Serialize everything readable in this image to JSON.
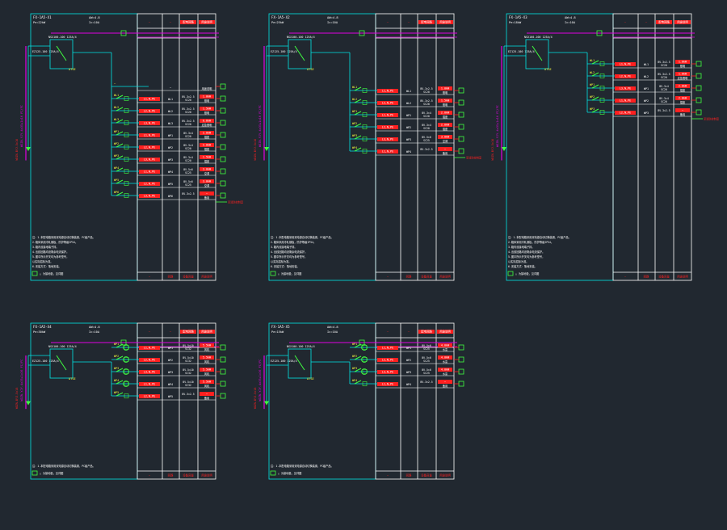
{
  "colors": {
    "background": "#212830",
    "frame": "#ffffff",
    "circuit": "#00e5e5",
    "bus": "#e000e0",
    "component": "#40ff40",
    "label_yellow": "#ffff40",
    "label_red": "#ff2020",
    "text_white": "#ffffff"
  },
  "legend_marker": "△",
  "sheets": [
    {
      "id": "p1",
      "title": "FX-1A5-X1",
      "subtitle": "Pe=22kW",
      "spec1": "AW=4.8",
      "spec2": "Ic=10A",
      "main_breaker": "NSX100-100 125A/4",
      "secondary_breaker": "EZ125-100 125A/4",
      "device": "ATSE",
      "feeder_spec": "WDZN-BYJ-5x16",
      "riser_text": "WDZN-YJY-4x35+1x16 FC/FC",
      "notes": [
        "注：1.本配电箱采用双电源自动切换装置，PC级产品。",
        "2.箱体采用冷轧钢板，防护等级IP54。",
        "3.箱内设接地端子排。",
        "4.出线回路均设剩余电流保护。",
        "5.图中所示开关均为参考型号，",
        "  以实际招标为准。",
        "6.安装方式：落地安装。"
      ],
      "legend_text": "△ 为接地极，见详图",
      "header_cells": [
        "—",
        "—",
        "配电回路",
        "用途说明"
      ],
      "footer_cells": [
        "—",
        "回路",
        "设备容量",
        "用途说明"
      ],
      "circuits": [
        {
          "no": "—",
          "phase": "",
          "cable": "",
          "load": "",
          "use": "用途说明",
          "spare": true
        },
        {
          "no": "WL1",
          "phase": "L1,N,PE",
          "cable": "BV-3×2.5 SC20",
          "load": "1.0kW",
          "use": "照明"
        },
        {
          "no": "WL2",
          "phase": "L2,N,PE",
          "cable": "BV-3×2.5 SC20",
          "load": "1.5kW",
          "use": "照明"
        },
        {
          "no": "WL3",
          "phase": "L3,N,PE",
          "cable": "BV-3×2.5 SC20",
          "load": "0.8kW",
          "use": "应急照明"
        },
        {
          "no": "WP1",
          "phase": "L1,N,PE",
          "cable": "BV-3×4 SC20",
          "load": "2.0kW",
          "use": "插座"
        },
        {
          "no": "WP2",
          "phase": "L2,N,PE",
          "cable": "BV-3×4 SC20",
          "load": "2.0kW",
          "use": "插座"
        },
        {
          "no": "WP3",
          "phase": "L3,N,PE",
          "cable": "BV-3×4 SC20",
          "load": "1.5kW",
          "use": "插座"
        },
        {
          "no": "WP4",
          "phase": "L1,N,PE",
          "cable": "BV-5×6 SC25",
          "load": "3.0kW",
          "use": "空调"
        },
        {
          "no": "WP5",
          "phase": "L2,N,PE",
          "cable": "BV-5×6 SC25",
          "load": "3.0kW",
          "use": "空调"
        },
        {
          "no": "WP6",
          "phase": "L3,N,PE",
          "cable": "BV-3×2.5",
          "load": "—",
          "use": "备用"
        }
      ],
      "outlet_label": "至消防控制室"
    },
    {
      "id": "p2",
      "title": "FX-1A5-X2",
      "subtitle": "Pe=25kW",
      "spec1": "AW=4.8",
      "spec2": "Ic=10A",
      "main_breaker": "NSX100-100 125A/4",
      "secondary_breaker": "EZ125-100 125A/4",
      "device": "ATSE",
      "feeder_spec": "WDZN-BYJ-5x16",
      "riser_text": "WDZN-YJY-4x35+1x16 FC/FC",
      "notes": [
        "注：1.本配电箱采用双电源自动切换装置，PC级产品。",
        "2.箱体采用冷轧钢板，防护等级IP54。",
        "3.箱内设接地端子排。",
        "4.出线回路均设剩余电流保护。",
        "5.图中所示开关均为参考型号，",
        "  以实际招标为准。",
        "6.安装方式：落地安装。"
      ],
      "legend_text": "△ 为接地极，见详图",
      "header_cells": [
        "—",
        "—",
        "配电回路",
        "用途说明"
      ],
      "footer_cells": [
        "—",
        "回路",
        "设备容量",
        "用途说明"
      ],
      "circuits": [
        {
          "no": "WL1",
          "phase": "L1,N,PE",
          "cable": "BV-3×2.5 SC20",
          "load": "1.0kW",
          "use": "照明"
        },
        {
          "no": "WL2",
          "phase": "L2,N,PE",
          "cable": "BV-3×2.5 SC20",
          "load": "1.5kW",
          "use": "照明"
        },
        {
          "no": "WP1",
          "phase": "L1,N,PE",
          "cable": "BV-3×4 SC20",
          "load": "2.0kW",
          "use": "插座"
        },
        {
          "no": "WP2",
          "phase": "L2,N,PE",
          "cable": "BV-3×4 SC20",
          "load": "2.0kW",
          "use": "插座"
        },
        {
          "no": "WP3",
          "phase": "L3,N,PE",
          "cable": "BV-5×6 SC25",
          "load": "3.0kW",
          "use": "空调"
        },
        {
          "no": "WP4",
          "phase": "L1,N,PE",
          "cable": "BV-3×2.5",
          "load": "—",
          "use": "备用"
        }
      ],
      "outlet_label": "至消防控制室"
    },
    {
      "id": "p3",
      "title": "FX-1A5-X3",
      "subtitle": "Pe=18kW",
      "spec1": "AW=4.8",
      "spec2": "Ic=10A",
      "main_breaker": "NSX100-100 125A/4",
      "secondary_breaker": "EZ125-100 125A/4",
      "device": "ATSE",
      "feeder_spec": "WDZN-BYJ-5x16",
      "riser_text": "WDZN-YJY-4x35+1x16 FC/FC",
      "notes": [
        "注：1.本配电箱采用双电源自动切换装置，PC级产品。",
        "2.箱体采用冷轧钢板，防护等级IP54。",
        "3.箱内设接地端子排。",
        "4.出线回路均设剩余电流保护。",
        "5.图中所示开关均为参考型号，",
        "  以实际招标为准。",
        "6.安装方式：落地安装。"
      ],
      "legend_text": "△ 为接地极，见详图",
      "header_cells": [
        "—",
        "—",
        "配电回路",
        "用途说明"
      ],
      "footer_cells": [
        "—",
        "回路",
        "设备容量",
        "用途说明"
      ],
      "circuits": [
        {
          "no": "WL1",
          "phase": "L1,N,PE",
          "cable": "BV-3×2.5 SC20",
          "load": "1.0kW",
          "use": "照明"
        },
        {
          "no": "WL2",
          "phase": "L2,N,PE",
          "cable": "BV-3×2.5 SC20",
          "load": "1.0kW",
          "use": "应急照明"
        },
        {
          "no": "WP1",
          "phase": "L3,N,PE",
          "cable": "BV-3×4 SC20",
          "load": "2.0kW",
          "use": "插座"
        },
        {
          "no": "WP2",
          "phase": "L1,N,PE",
          "cable": "BV-3×4 SC20",
          "load": "2.0kW",
          "use": "插座"
        },
        {
          "no": "WP3",
          "phase": "L2,N,PE",
          "cable": "BV-3×2.5",
          "load": "—",
          "use": "备用"
        }
      ],
      "outlet_label": "至消防控制室"
    },
    {
      "id": "p4",
      "title": "FX-1A5-X4",
      "subtitle": "Pe=30kW",
      "spec1": "AW=4.8",
      "spec2": "Ic=10A",
      "main_breaker": "NSX100-100 125A/4",
      "secondary_breaker": "EZ125-100 125A/4",
      "device": "ATSE",
      "feeder_spec": "WDZN-BYJ-5x16",
      "riser_text": "WDZN-YJY-4x35+1x16 FC/FC",
      "notes": [
        "注：1.本配电箱采用双电源自动切换装置，PC级产品。"
      ],
      "legend_text": "△ 为接地极，见详图",
      "header_cells": [
        "—",
        "—",
        "配电回路",
        "用途说明"
      ],
      "footer_cells": [
        "—",
        "回路",
        "设备容量",
        "用途说明"
      ],
      "circuits": [
        {
          "no": "WP1",
          "phase": "L1,N,PE",
          "cable": "BV-5×10 SC32",
          "load": "5.5kW",
          "use": "风机"
        },
        {
          "no": "WP2",
          "phase": "L2,N,PE",
          "cable": "BV-5×10 SC32",
          "load": "5.5kW",
          "use": "风机"
        },
        {
          "no": "WP3",
          "phase": "L3,N,PE",
          "cable": "BV-5×10 SC32",
          "load": "5.5kW",
          "use": "风机"
        },
        {
          "no": "WP4",
          "phase": "L1,N,PE",
          "cable": "BV-5×10 SC32",
          "load": "5.5kW",
          "use": "风机"
        },
        {
          "no": "WP5",
          "phase": "L2,N,PE",
          "cable": "BV-3×2.5",
          "load": "—",
          "use": "备用"
        }
      ],
      "outlet_label": ""
    },
    {
      "id": "p5",
      "title": "FX-1A5-X5",
      "subtitle": "Pe=15kW",
      "spec1": "AW=4.8",
      "spec2": "Ic=10A",
      "main_breaker": "NSX100-100 125A/4",
      "secondary_breaker": "EZ125-100 125A/4",
      "device": "ATSE",
      "feeder_spec": "WDZN-BYJ-5x16",
      "riser_text": "WDZN-YJY-4x35+1x16 FC/FC",
      "notes": [
        "注：1.本配电箱采用双电源自动切换装置，PC级产品。"
      ],
      "legend_text": "△ 为接地极，见详图",
      "header_cells": [
        "—",
        "—",
        "配电回路",
        "用途说明"
      ],
      "footer_cells": [
        "—",
        "回路",
        "设备容量",
        "用途说明"
      ],
      "circuits": [
        {
          "no": "WP1",
          "phase": "L1,N,PE",
          "cable": "BV-5×6 SC25",
          "load": "4.0kW",
          "use": "水泵"
        },
        {
          "no": "WP2",
          "phase": "L2,N,PE",
          "cable": "BV-5×6 SC25",
          "load": "4.0kW",
          "use": "水泵"
        },
        {
          "no": "WP3",
          "phase": "L3,N,PE",
          "cable": "BV-5×6 SC25",
          "load": "4.0kW",
          "use": "水泵"
        },
        {
          "no": "WP4",
          "phase": "L1,N,PE",
          "cable": "BV-3×2.5",
          "load": "—",
          "use": "备用"
        }
      ],
      "outlet_label": ""
    }
  ]
}
